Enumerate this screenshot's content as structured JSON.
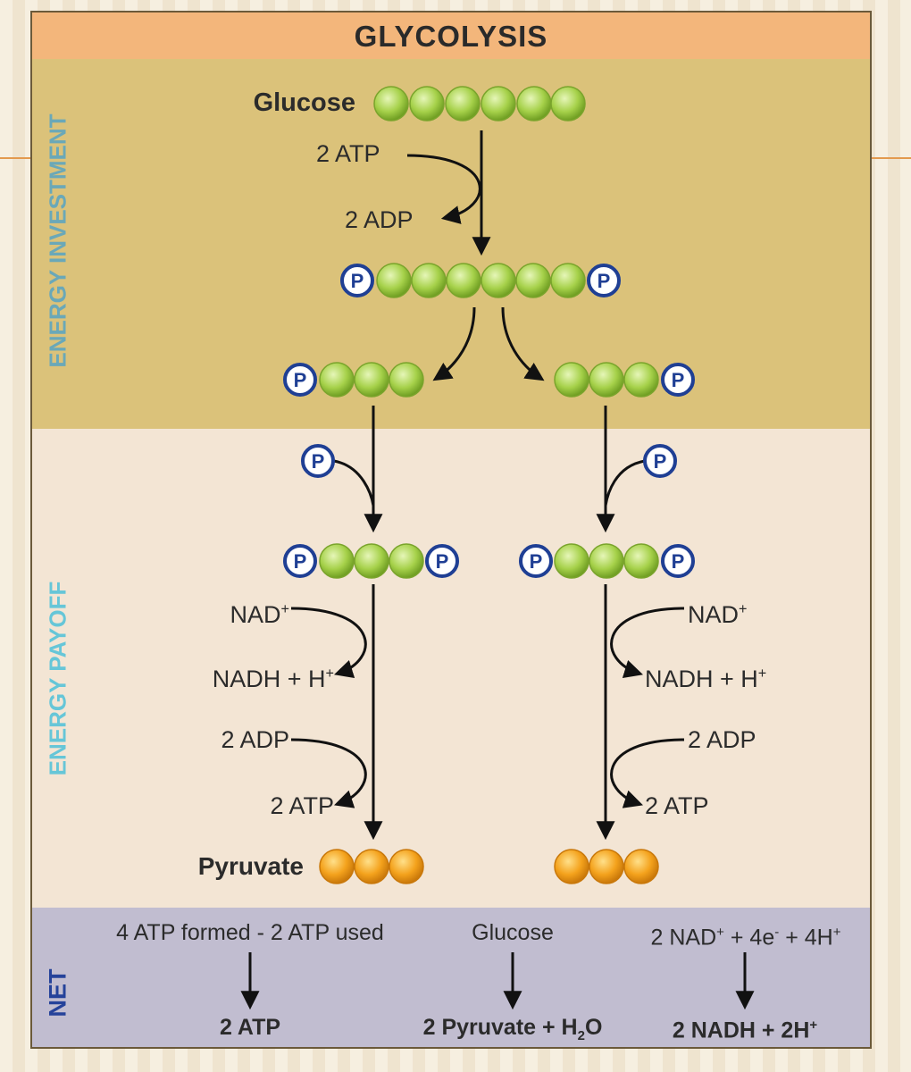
{
  "title": "GLYCOLYSIS",
  "phases": {
    "investment": "ENERGY INVESTMENT",
    "payoff": "ENERGY PAYOFF",
    "net": "NET"
  },
  "phosphate_symbol": "P",
  "colors": {
    "title_band": "#f3b67b",
    "investment_band": "#dbc27a",
    "payoff_band": "#f3e5d4",
    "net_band": "#c1bdd0",
    "carbon_green": "#a6d14a",
    "pyruvate_orange": "#f4a21c",
    "phosphate_blue": "#1f3f94",
    "investment_label": "#6aa8b8",
    "payoff_label": "#66c6d8",
    "net_label": "#25429a"
  },
  "molecules": {
    "glucose": "Glucose",
    "pyruvate": "Pyruvate"
  },
  "investment": {
    "atp_in": "2 ATP",
    "adp_out": "2 ADP"
  },
  "payoff": {
    "left": {
      "nad": "NAD",
      "nadh": "NADH + H",
      "adp": "2 ADP",
      "atp": "2 ATP"
    },
    "right": {
      "nad": "NAD",
      "nadh": "NADH + H",
      "adp": "2 ADP",
      "atp": "2 ATP"
    },
    "superscript_plus": "+"
  },
  "net": {
    "col1": {
      "from": "4 ATP formed - 2 ATP used",
      "to": "2 ATP"
    },
    "col2": {
      "from": "Glucose",
      "to_a": "2 Pyruvate + H",
      "to_sub": "2",
      "to_b": "O"
    },
    "col3": {
      "from_a": "2 NAD",
      "from_sup1": "+",
      "from_b": " + 4e",
      "from_sup2": "-",
      "from_c": " + 4H",
      "from_sup3": "+",
      "to_a": "2 NADH + 2H",
      "to_sup": "+"
    }
  }
}
